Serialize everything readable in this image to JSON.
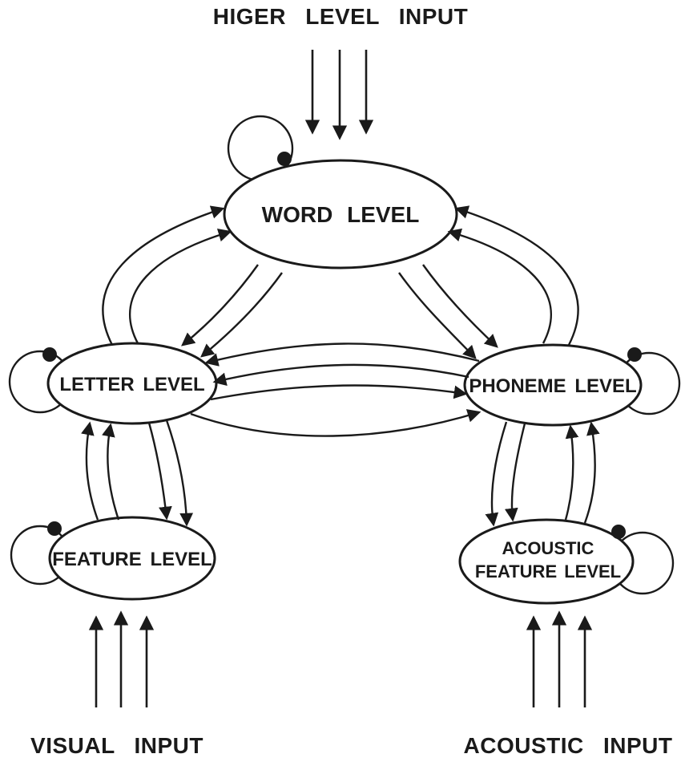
{
  "figure": {
    "colors": {
      "ink": "#1a1a1a",
      "node_fill": "#ffffff",
      "background": "#ffffff"
    },
    "inputs": {
      "top": "HIGER LEVEL INPUT",
      "bottom_left": "VISUAL INPUT",
      "bottom_right": "ACOUSTIC INPUT"
    },
    "nodes": {
      "word": "WORD LEVEL",
      "letter": "LETTER LEVEL",
      "phoneme": "PHONEME LEVEL",
      "feature": "FEATURE LEVEL",
      "acoustic_feature_line1": "ACOUSTIC",
      "acoustic_feature_line2": "FEATURE LEVEL"
    },
    "self_loops": [
      "word",
      "letter",
      "phoneme",
      "feature",
      "acoustic_feature"
    ],
    "edges": [
      {
        "from": "word",
        "to": "letter",
        "bidirectional": true,
        "arrows_each_way": 2
      },
      {
        "from": "word",
        "to": "phoneme",
        "bidirectional": true,
        "arrows_each_way": 2
      },
      {
        "from": "letter",
        "to": "phoneme",
        "bidirectional": true,
        "arrows_each_way": 2
      },
      {
        "from": "letter",
        "to": "feature",
        "bidirectional": true,
        "arrows_each_way": 2
      },
      {
        "from": "phoneme",
        "to": "acoustic_feature",
        "bidirectional": true,
        "arrows_each_way": 2
      },
      {
        "from": "higher_level_input",
        "to": "word",
        "bidirectional": false,
        "arrows_each_way": 3
      },
      {
        "from": "visual_input",
        "to": "feature",
        "bidirectional": false,
        "arrows_each_way": 3
      },
      {
        "from": "acoustic_input",
        "to": "acoustic_feature",
        "bidirectional": false,
        "arrows_each_way": 3
      }
    ]
  }
}
